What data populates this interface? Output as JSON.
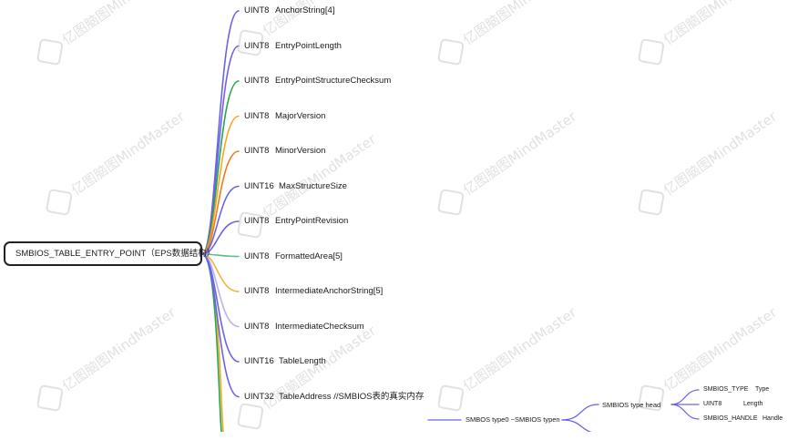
{
  "root": "SMBIOS_TABLE_ENTRY_POINT（EPS数据结构）",
  "fields": [
    {
      "type": "UINT8",
      "name": "AnchorString[4]",
      "color": "#6b63e6"
    },
    {
      "type": "UINT8",
      "name": "EntryPointLength",
      "color": "#6b63e6"
    },
    {
      "type": "UINT8",
      "name": "EntryPointStructureChecksum",
      "color": "#22a846"
    },
    {
      "type": "UINT8",
      "name": "MajorVersion",
      "color": "#f5a623"
    },
    {
      "type": "UINT8",
      "name": "MinorVersion",
      "color": "#f07a1e"
    },
    {
      "type": "UINT16",
      "name": "MaxStructureSize",
      "color": "#6b63e6"
    },
    {
      "type": "UINT8",
      "name": "EntryPointRevision",
      "color": "#6b63e6"
    },
    {
      "type": "UINT8",
      "name": "FormattedArea[5]",
      "color": "#5cc08a"
    },
    {
      "type": "UINT8",
      "name": "IntermediateAnchorString[5]",
      "color": "#f5b23a"
    },
    {
      "type": "UINT8",
      "name": "IntermediateChecksum",
      "color": "#b9b3ea"
    },
    {
      "type": "UINT16",
      "name": "TableLength",
      "color": "#6b63e6"
    },
    {
      "type": "UINT32",
      "name": "TableAddress  //SMBIOS表的真实内存",
      "color": "#6b63e6"
    }
  ],
  "table_address_child": "SMBOS type0 ~SMBIOS typen",
  "type_head": "SMBIOS type head",
  "head_fields": [
    {
      "type": "SMBIOS_TYPE",
      "name": "Type"
    },
    {
      "type": "UINT8",
      "name": "Length"
    },
    {
      "type": "SMBIOS_HANDLE",
      "name": "Handle"
    }
  ],
  "watermark": "亿图脑图MindMaster"
}
